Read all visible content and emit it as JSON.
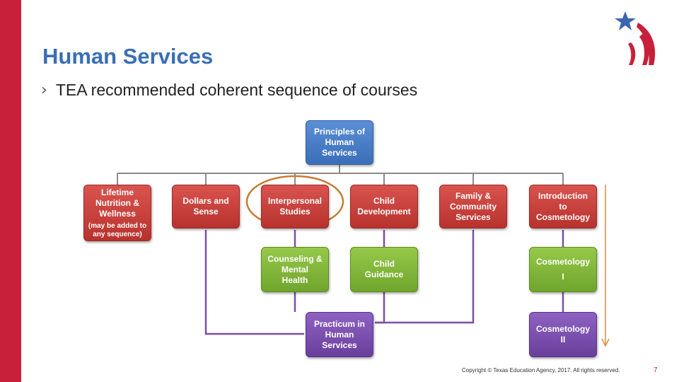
{
  "slide": {
    "title": "Human Services",
    "bullet": "TEA recommended coherent sequence of courses",
    "footer": "Copyright © Texas Education Agency, 2017. All rights reserved.",
    "page_number": "7"
  },
  "diagram": {
    "root": {
      "lines": [
        "Principles of",
        "Human",
        "Services"
      ]
    },
    "level1": [
      {
        "lines": [
          "Lifetime",
          "Nutrition &",
          "Wellness"
        ],
        "note": [
          "(may be added to",
          "any sequence)"
        ]
      },
      {
        "lines": [
          "Dollars and",
          "Sense"
        ]
      },
      {
        "lines": [
          "Interpersonal",
          "Studies"
        ]
      },
      {
        "lines": [
          "Child",
          "Development"
        ]
      },
      {
        "lines": [
          "Family &",
          "Community",
          "Services"
        ]
      },
      {
        "lines": [
          "Introduction",
          "to",
          "Cosmetology"
        ]
      }
    ],
    "level2": [
      {
        "lines": [
          "Counseling &",
          "Mental",
          "Health"
        ]
      },
      {
        "lines": [
          "Child",
          "Guidance"
        ]
      },
      {
        "lines": [
          "Cosmetology",
          "I"
        ]
      }
    ],
    "level3": [
      {
        "lines": [
          "Practicum in",
          "Human",
          "Services"
        ]
      },
      {
        "lines": [
          "Cosmetology",
          "II"
        ]
      }
    ],
    "colors": {
      "red": "#c8203a",
      "title_blue": "#3a6fb5",
      "highlight": "#c77b30"
    }
  }
}
